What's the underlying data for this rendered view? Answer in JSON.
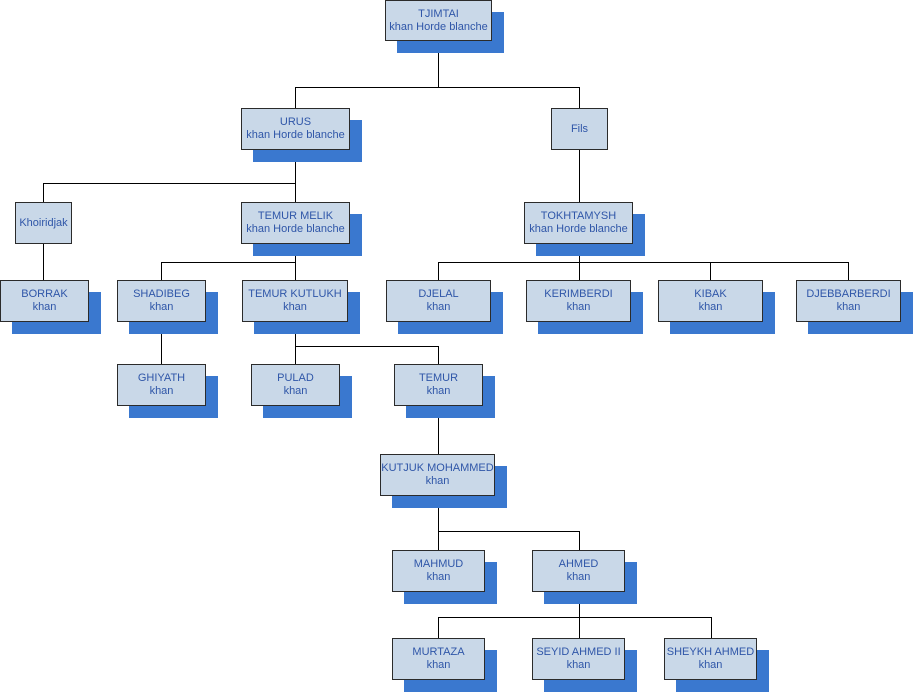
{
  "colors": {
    "box_fill": "#c9d8e8",
    "box_border": "#2b2b2b",
    "shadow": "#3a78cf",
    "text": "#2f56a8",
    "connector": "#000000"
  },
  "nodes": {
    "tjimtai": {
      "name": "TJIMTAI",
      "title": "khan Horde blanche"
    },
    "urus": {
      "name": "URUS",
      "title": "khan Horde blanche"
    },
    "fils": {
      "name": "Fils",
      "title": ""
    },
    "khoiridjak": {
      "name": "Khoiridjak",
      "title": ""
    },
    "temur_melik": {
      "name": "TEMUR MELIK",
      "title": "khan Horde blanche"
    },
    "tokhtamysh": {
      "name": "TOKHTAMYSH",
      "title": "khan Horde blanche"
    },
    "borrak": {
      "name": "BORRAK",
      "title": "khan"
    },
    "shadibeg": {
      "name": "SHADIBEG",
      "title": "khan"
    },
    "temur_kutlukh": {
      "name": "TEMUR KUTLUKH",
      "title": "khan"
    },
    "djelal": {
      "name": "DJELAL",
      "title": "khan"
    },
    "kerimberdi": {
      "name": "KERIMBERDI",
      "title": "khan"
    },
    "kibak": {
      "name": "KIBAK",
      "title": "khan"
    },
    "djebbarberdi": {
      "name": "DJEBBARBERDI",
      "title": "khan"
    },
    "ghiyath": {
      "name": "GHIYATH",
      "title": "khan"
    },
    "pulad": {
      "name": "PULAD",
      "title": "khan"
    },
    "temur": {
      "name": "TEMUR",
      "title": "khan"
    },
    "kutjuk_mohammed": {
      "name": "KUTJUK MOHAMMED",
      "title": "khan"
    },
    "mahmud": {
      "name": "MAHMUD",
      "title": "khan"
    },
    "ahmed": {
      "name": "AHMED",
      "title": "khan"
    },
    "murtaza": {
      "name": "MURTAZA",
      "title": "khan"
    },
    "seyid_ahmed_ii": {
      "name": "SEYID AHMED II",
      "title": "khan"
    },
    "sheykh_ahmed": {
      "name": "SHEYKH AHMED",
      "title": "khan"
    }
  }
}
